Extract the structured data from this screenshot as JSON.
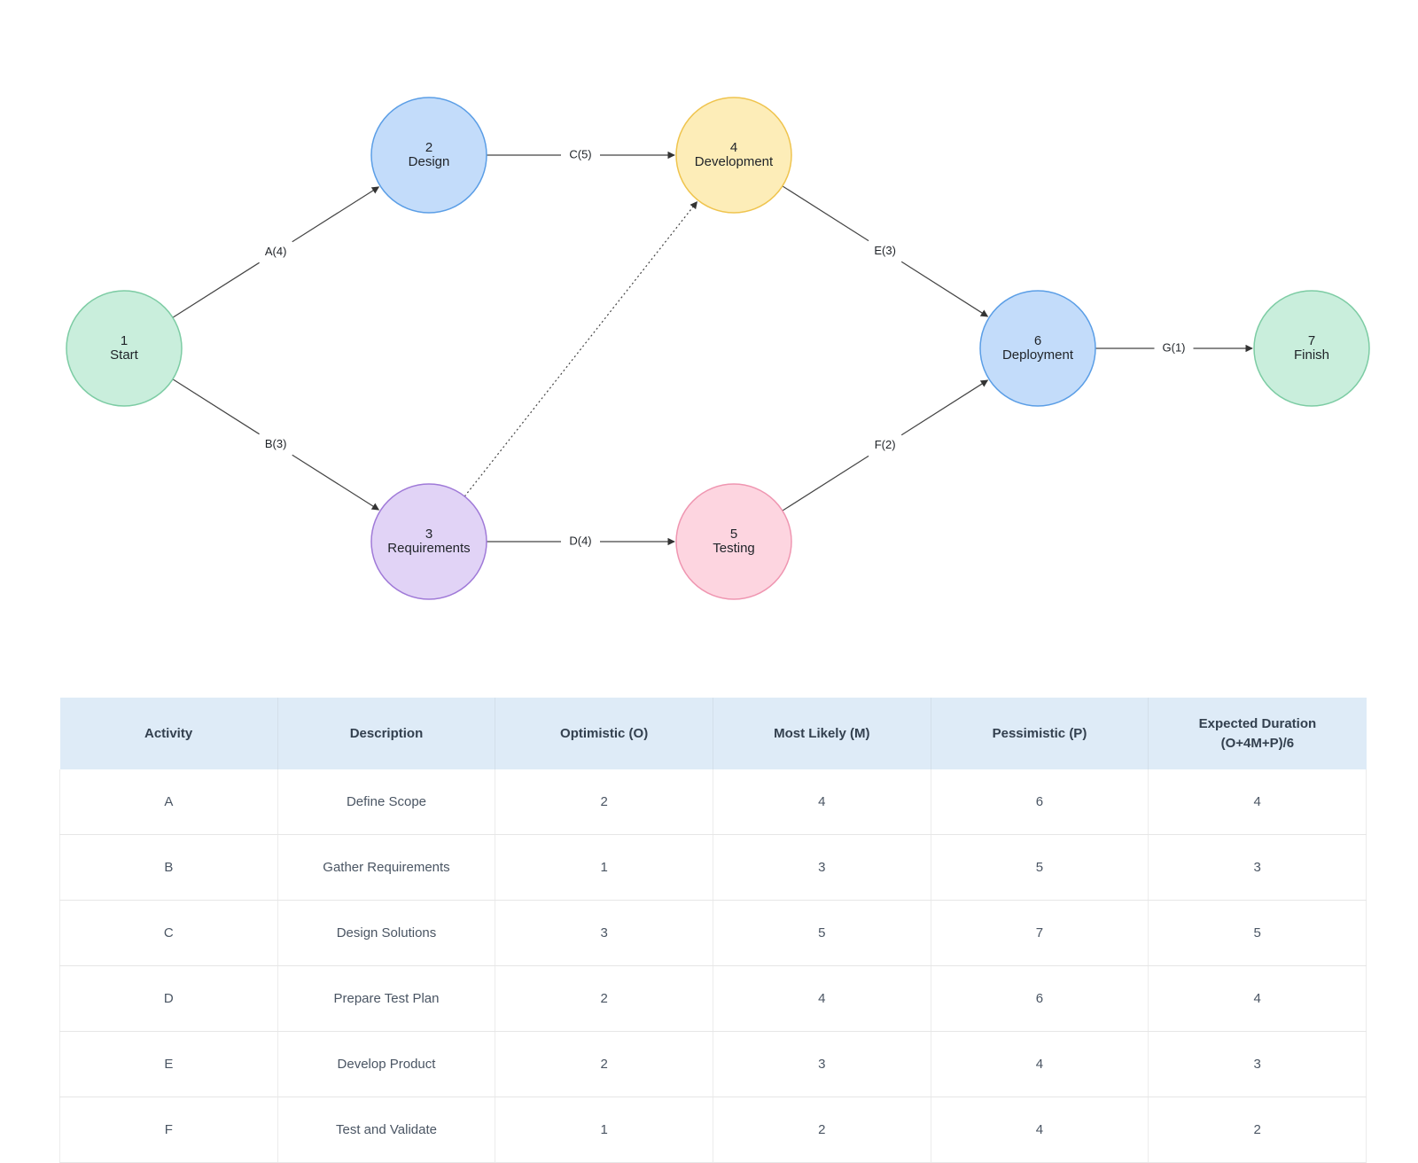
{
  "diagram": {
    "nodes": [
      {
        "id": "1",
        "num": "1",
        "label": "Start",
        "fill": "#c9eedc",
        "stroke": "#7dcca4"
      },
      {
        "id": "2",
        "num": "2",
        "label": "Design",
        "fill": "#c3dcfa",
        "stroke": "#5b9ee6"
      },
      {
        "id": "3",
        "num": "3",
        "label": "Requirements",
        "fill": "#e1d3f6",
        "stroke": "#a07ad8"
      },
      {
        "id": "4",
        "num": "4",
        "label": "Development",
        "fill": "#fdedb8",
        "stroke": "#efc44e"
      },
      {
        "id": "5",
        "num": "5",
        "label": "Testing",
        "fill": "#fdd5e0",
        "stroke": "#ef96b1"
      },
      {
        "id": "6",
        "num": "6",
        "label": "Deployment",
        "fill": "#c3dcfa",
        "stroke": "#5b9ee6"
      },
      {
        "id": "7",
        "num": "7",
        "label": "Finish",
        "fill": "#c9eedc",
        "stroke": "#7dcca4"
      }
    ],
    "edges": [
      {
        "from": "1",
        "to": "2",
        "label": "A(4)",
        "style": "solid"
      },
      {
        "from": "1",
        "to": "3",
        "label": "B(3)",
        "style": "solid"
      },
      {
        "from": "2",
        "to": "4",
        "label": "C(5)",
        "style": "solid"
      },
      {
        "from": "3",
        "to": "5",
        "label": "D(4)",
        "style": "solid"
      },
      {
        "from": "4",
        "to": "6",
        "label": "E(3)",
        "style": "solid"
      },
      {
        "from": "5",
        "to": "6",
        "label": "F(2)",
        "style": "solid"
      },
      {
        "from": "6",
        "to": "7",
        "label": "G(1)",
        "style": "solid"
      },
      {
        "from": "3",
        "to": "4",
        "label": "",
        "style": "dotted"
      }
    ]
  },
  "table": {
    "headers": [
      "Activity",
      "Description",
      "Optimistic (O)",
      "Most Likely (M)",
      "Pessimistic (P)",
      "Expected Duration\n(O+4M+P)/6"
    ],
    "rows": [
      [
        "A",
        "Define Scope",
        "2",
        "4",
        "6",
        "4"
      ],
      [
        "B",
        "Gather Requirements",
        "1",
        "3",
        "5",
        "3"
      ],
      [
        "C",
        "Design Solutions",
        "3",
        "5",
        "7",
        "5"
      ],
      [
        "D",
        "Prepare Test Plan",
        "2",
        "4",
        "6",
        "4"
      ],
      [
        "E",
        "Develop Product",
        "2",
        "3",
        "4",
        "3"
      ],
      [
        "F",
        "Test and Validate",
        "1",
        "2",
        "4",
        "2"
      ]
    ]
  }
}
